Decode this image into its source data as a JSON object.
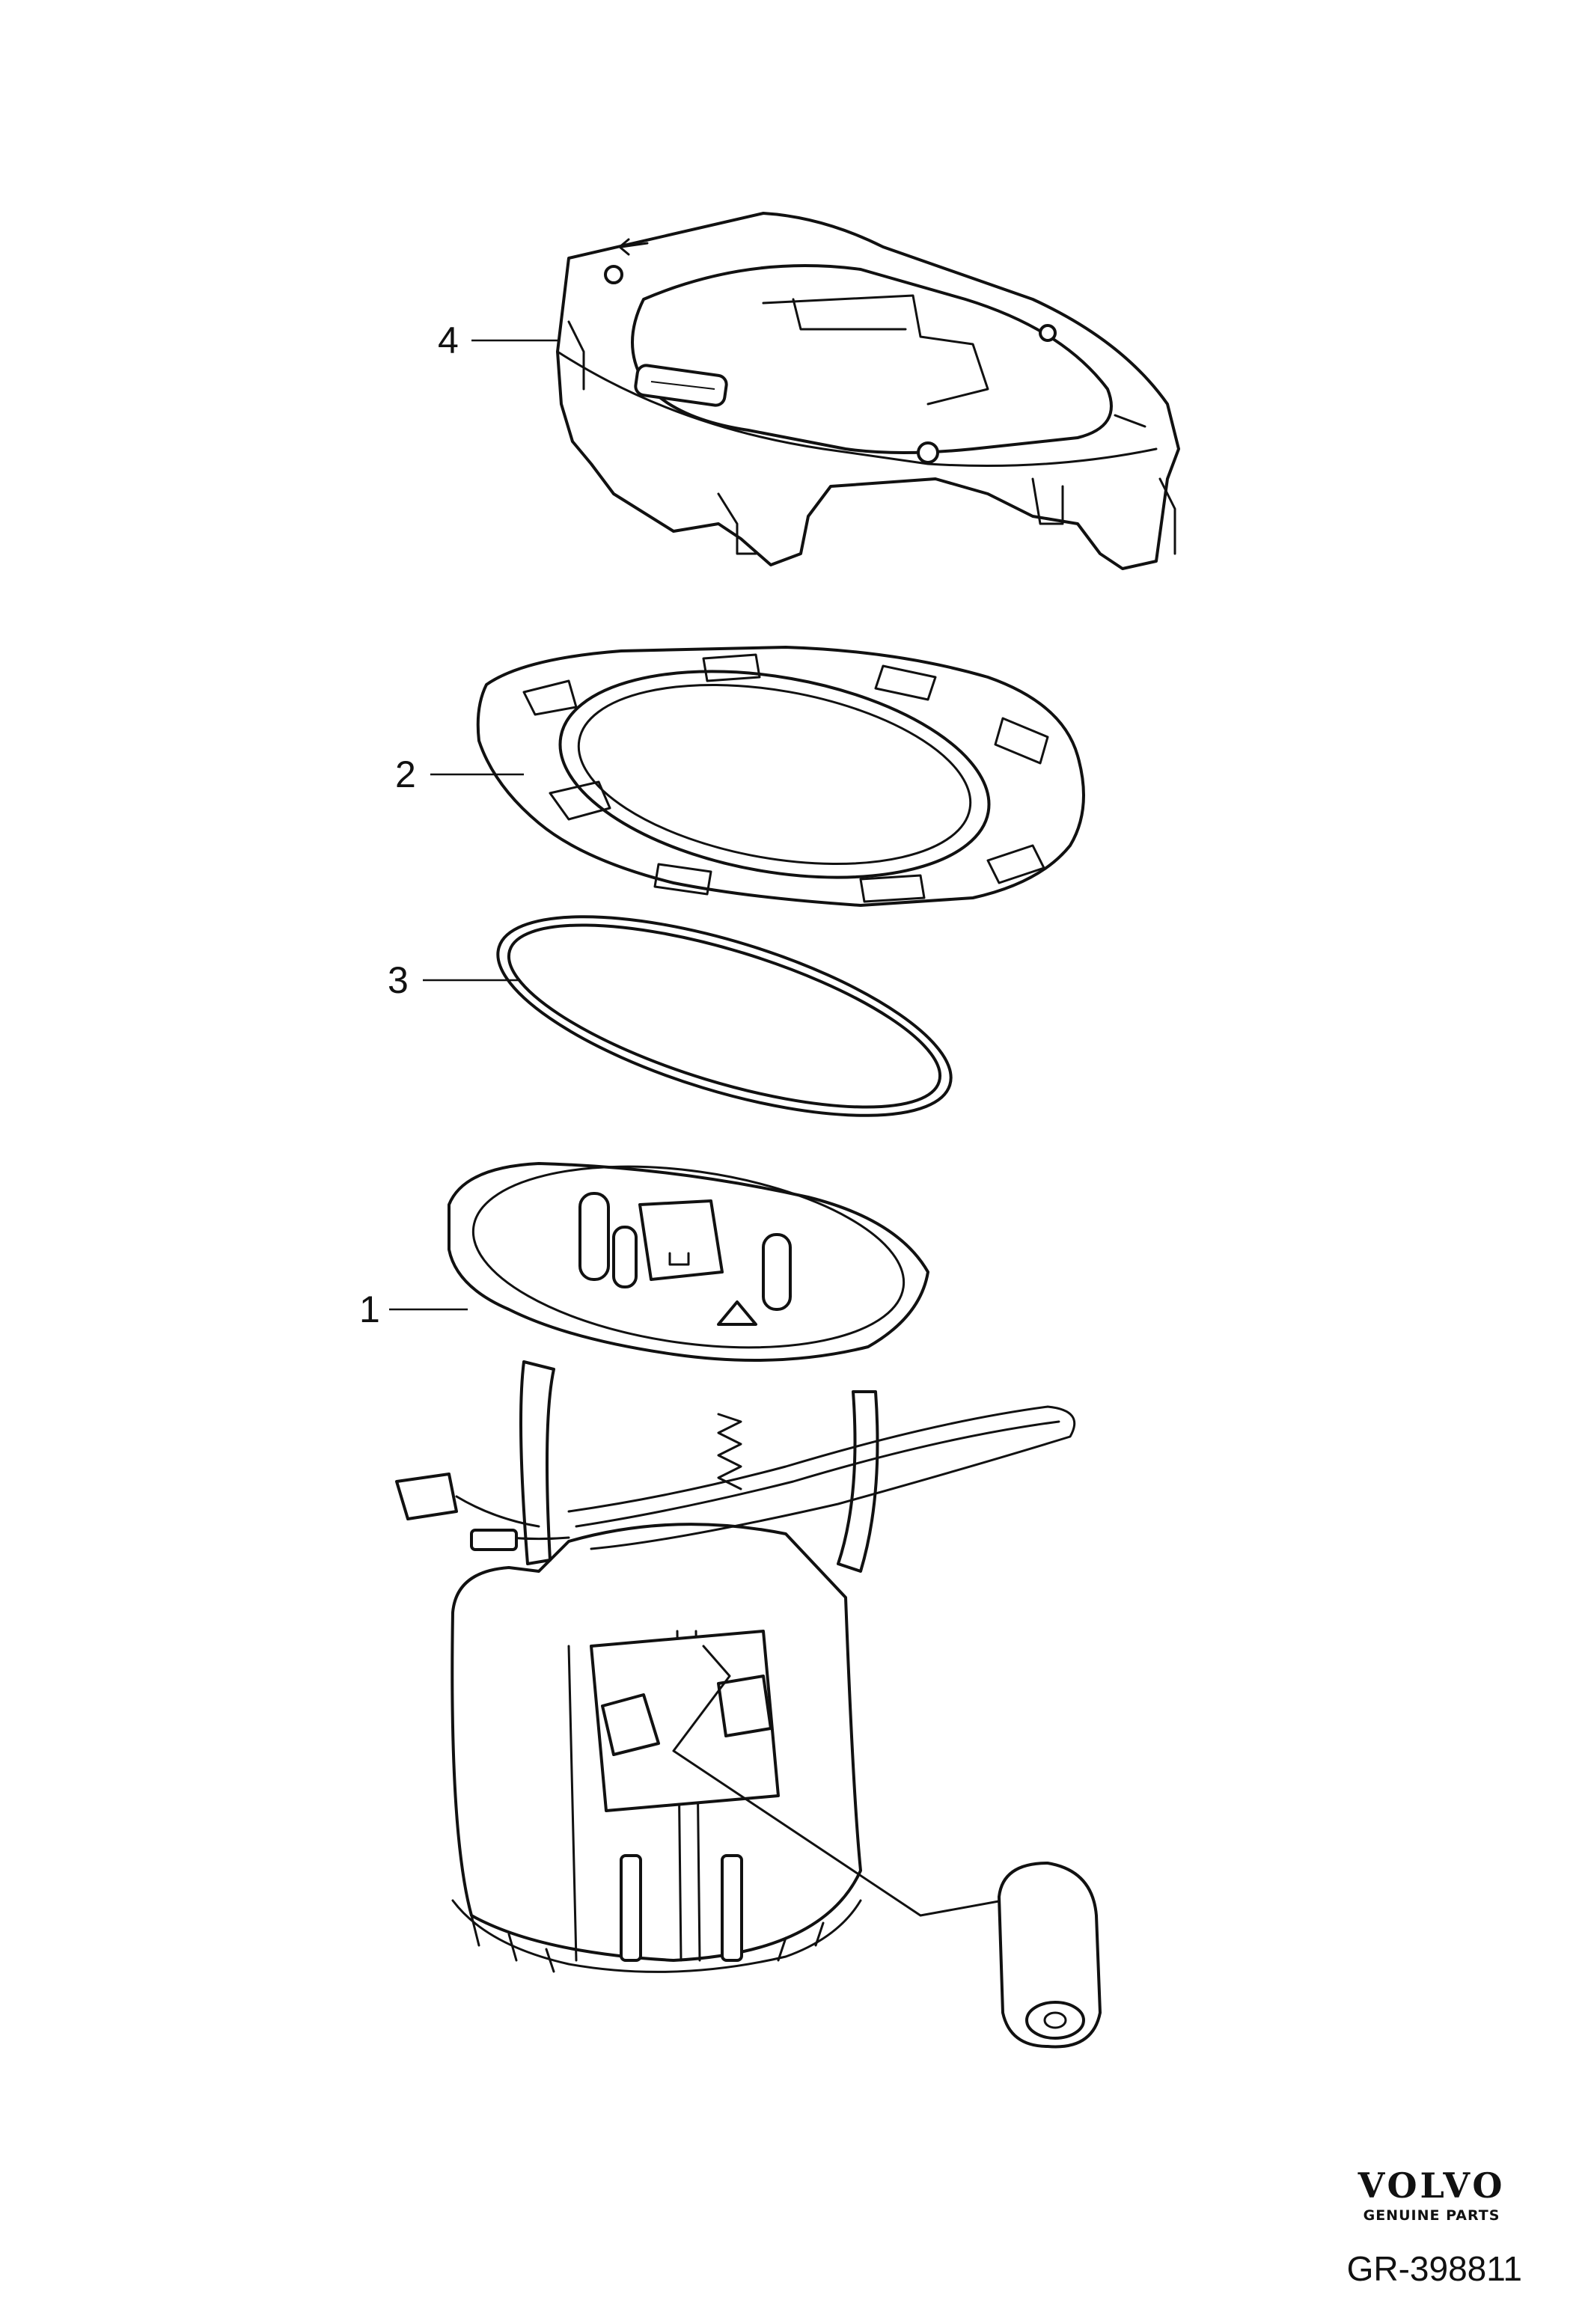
{
  "diagram": {
    "callouts": [
      {
        "id": "4",
        "label": "4"
      },
      {
        "id": "2",
        "label": "2"
      },
      {
        "id": "3",
        "label": "3"
      },
      {
        "id": "1",
        "label": "1"
      }
    ],
    "brand": {
      "name": "VOLVO",
      "subtitle": "GENUINE PARTS"
    },
    "reference": "GR-398811"
  }
}
